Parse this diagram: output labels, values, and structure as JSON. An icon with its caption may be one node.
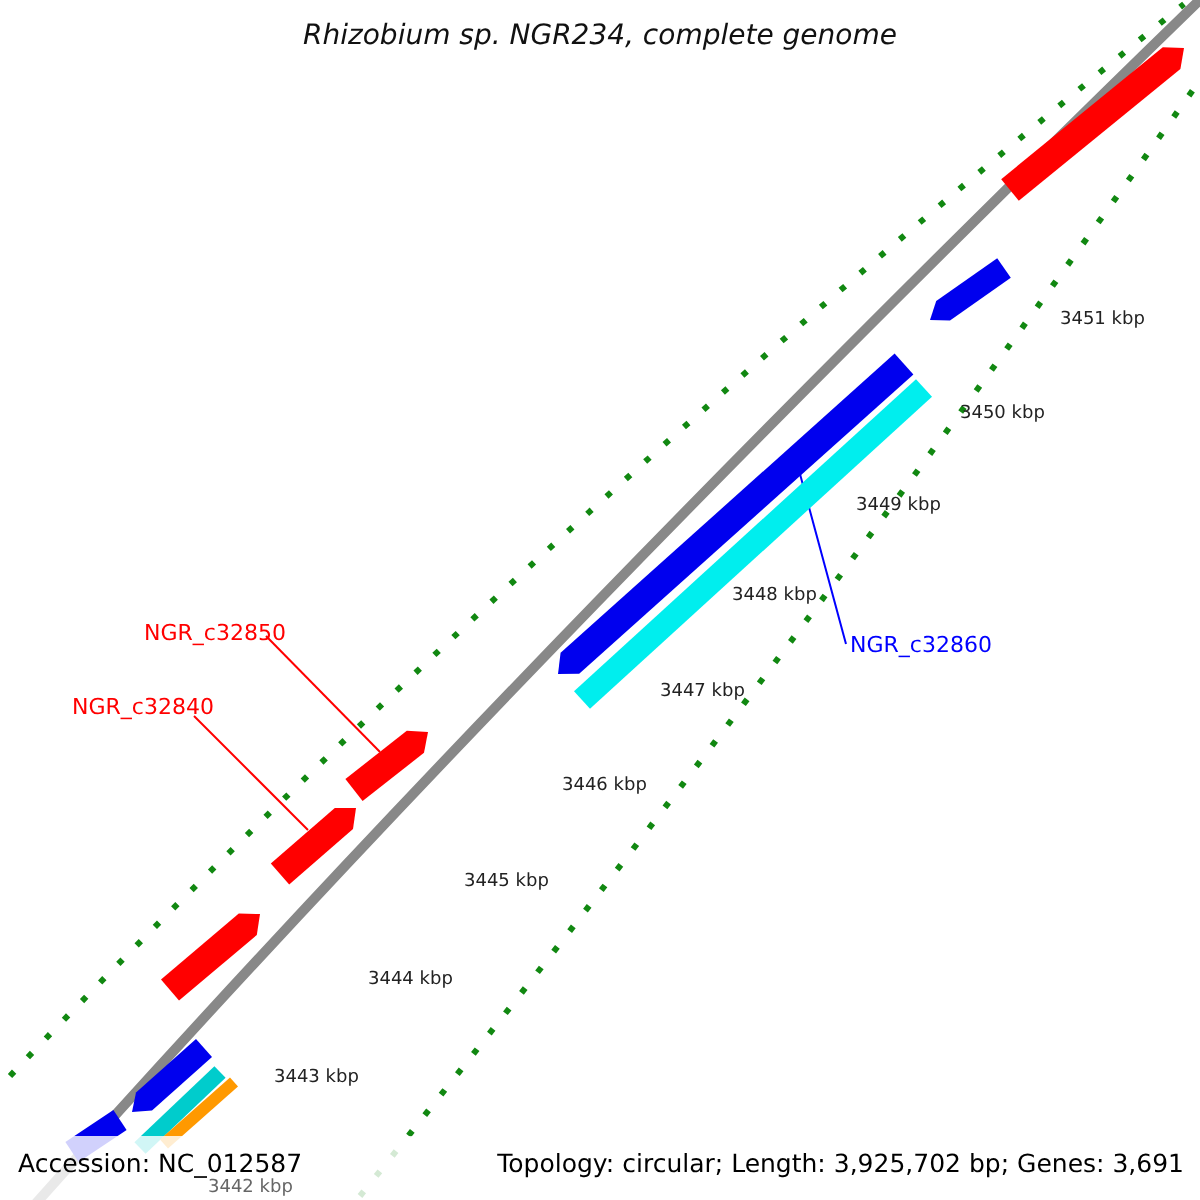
{
  "diagram": {
    "title": "Rhizobium sp. NGR234, complete genome",
    "nodes": [
      {
        "text": [
          "NGR_c32850"
        ]
      },
      {
        "text": [
          "NGR_c32860"
        ]
      },
      {
        "text": [
          "NGR_c32840"
        ]
      },
      {
        "text": [],
        "shape": "bar"
      },
      {
        "text": [],
        "shape": "bar"
      },
      {
        "text": [],
        "shape": "bar"
      },
      {
        "text": [],
        "shape": "bar"
      },
      {
        "text": [],
        "shape": "bar"
      },
      {
        "text": [],
        "shape": "bar"
      },
      {
        "text": [],
        "shape": "bar"
      },
      {
        "text": [],
        "shape": "bar"
      },
      {
        "text": [],
        "shape": "bar"
      },
      {
        "text": [],
        "shape": "bar"
      },
      {
        "text": [],
        "shape": "bar"
      }
    ],
    "edges": [
      {
        "from": 0,
        "to": 7,
        "arrow": "none"
      },
      {
        "from": 1,
        "to": 5,
        "arrow": "none",
        "color": "#0000ff"
      },
      {
        "from": 2,
        "to": 8,
        "arrow": "none"
      }
    ],
    "labels": [
      "3451 kbp",
      "3450 kbp",
      "3449 kbp",
      "3448 kbp",
      "3447 kbp",
      "3446 kbp",
      "3445 kbp",
      "3444 kbp",
      "3443 kbp",
      "3442 kbp",
      "Accession: NC_012587",
      "Topology: circular; Length: 3,925,702 bp; Genes: 3,691"
    ]
  }
}
